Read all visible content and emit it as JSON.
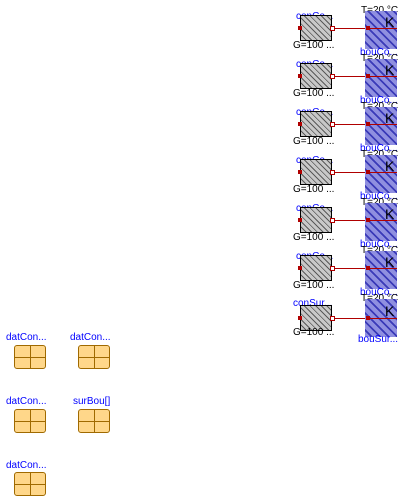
{
  "rows": [
    {
      "cond_label": "conCo...",
      "g_label": "G=100 ...",
      "t_label": "T=20 °C",
      "bou_label": "bouCo..."
    },
    {
      "cond_label": "conCo...",
      "g_label": "G=100 ...",
      "t_label": "T=20 °C",
      "bou_label": "bouCo..."
    },
    {
      "cond_label": "conCo...",
      "g_label": "G=100 ...",
      "t_label": "T=20 °C",
      "bou_label": "bouCo..."
    },
    {
      "cond_label": "conCo...",
      "g_label": "G=100 ...",
      "t_label": "T=20 °C",
      "bou_label": "bouCo..."
    },
    {
      "cond_label": "conCo...",
      "g_label": "G=100 ...",
      "t_label": "T=20 °C",
      "bou_label": "bouCo..."
    },
    {
      "cond_label": "conCo...",
      "g_label": "G=100 ...",
      "t_label": "T=20 °C",
      "bou_label": "bouCo..."
    },
    {
      "cond_label": "conSur...",
      "g_label": "G=100 ...",
      "t_label": "T=20 °C",
      "bou_label": "bouSur..."
    }
  ],
  "k_letter": "K",
  "records": [
    {
      "label": "datCon..."
    },
    {
      "label": "datCon..."
    },
    {
      "label": "datCon..."
    },
    {
      "label": "surBou[]"
    },
    {
      "label": "datCon..."
    }
  ]
}
